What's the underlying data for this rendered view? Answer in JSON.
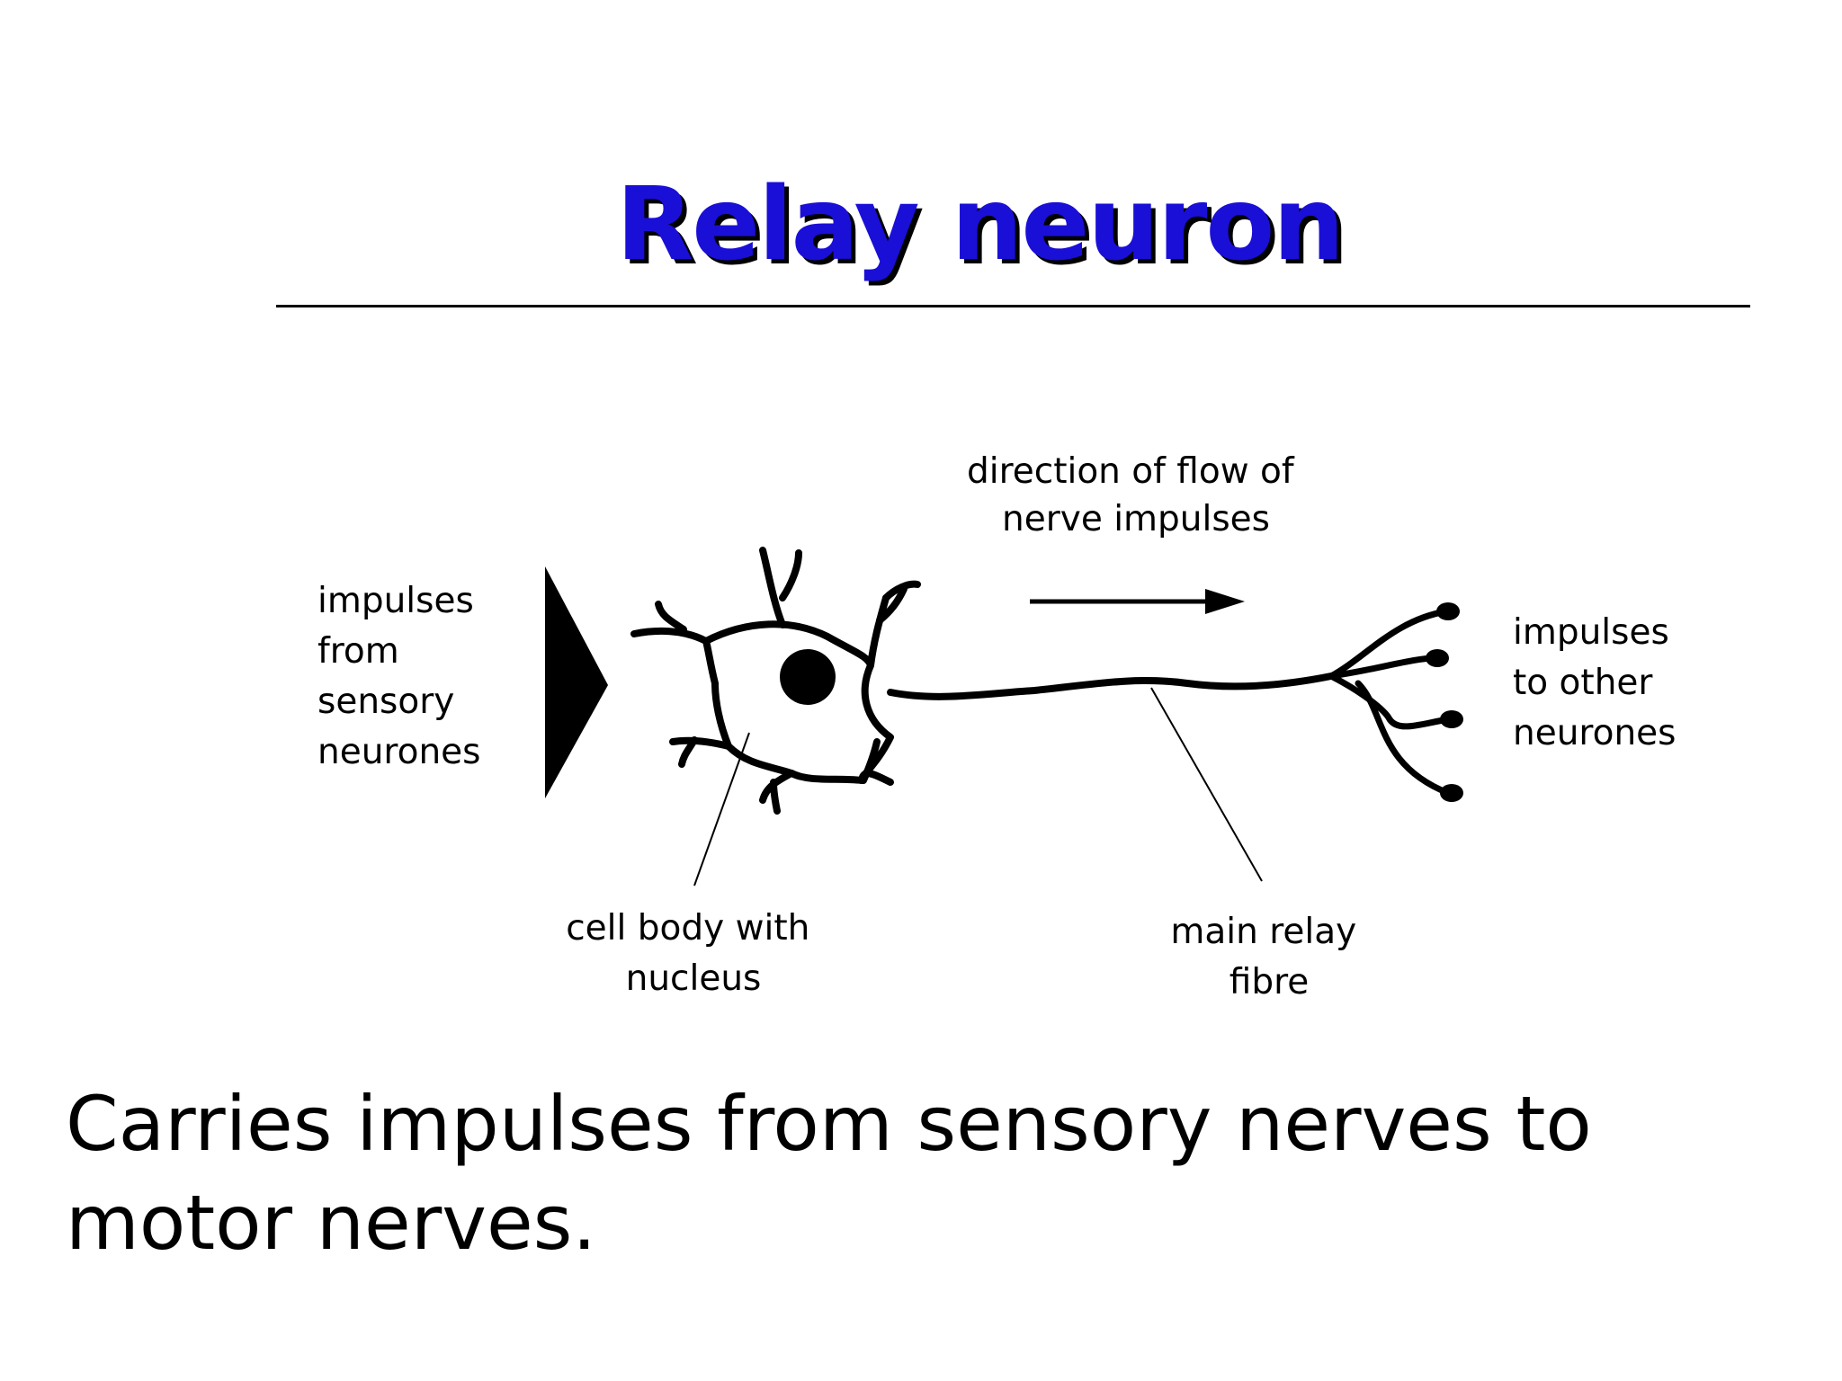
{
  "slide": {
    "title": "Relay neuron",
    "title_color": "#1a0fd6",
    "caption": "Carries impulses from sensory nerves to motor nerves."
  },
  "diagram": {
    "labels": {
      "input": [
        "impulses",
        "from",
        "sensory",
        "neurones"
      ],
      "flow": [
        "direction of flow of",
        "nerve impulses"
      ],
      "output": [
        "impulses",
        "to other",
        "neurones"
      ],
      "cell_body": [
        "cell body with",
        "nucleus"
      ],
      "fibre": [
        "main relay",
        "fibre"
      ]
    }
  }
}
